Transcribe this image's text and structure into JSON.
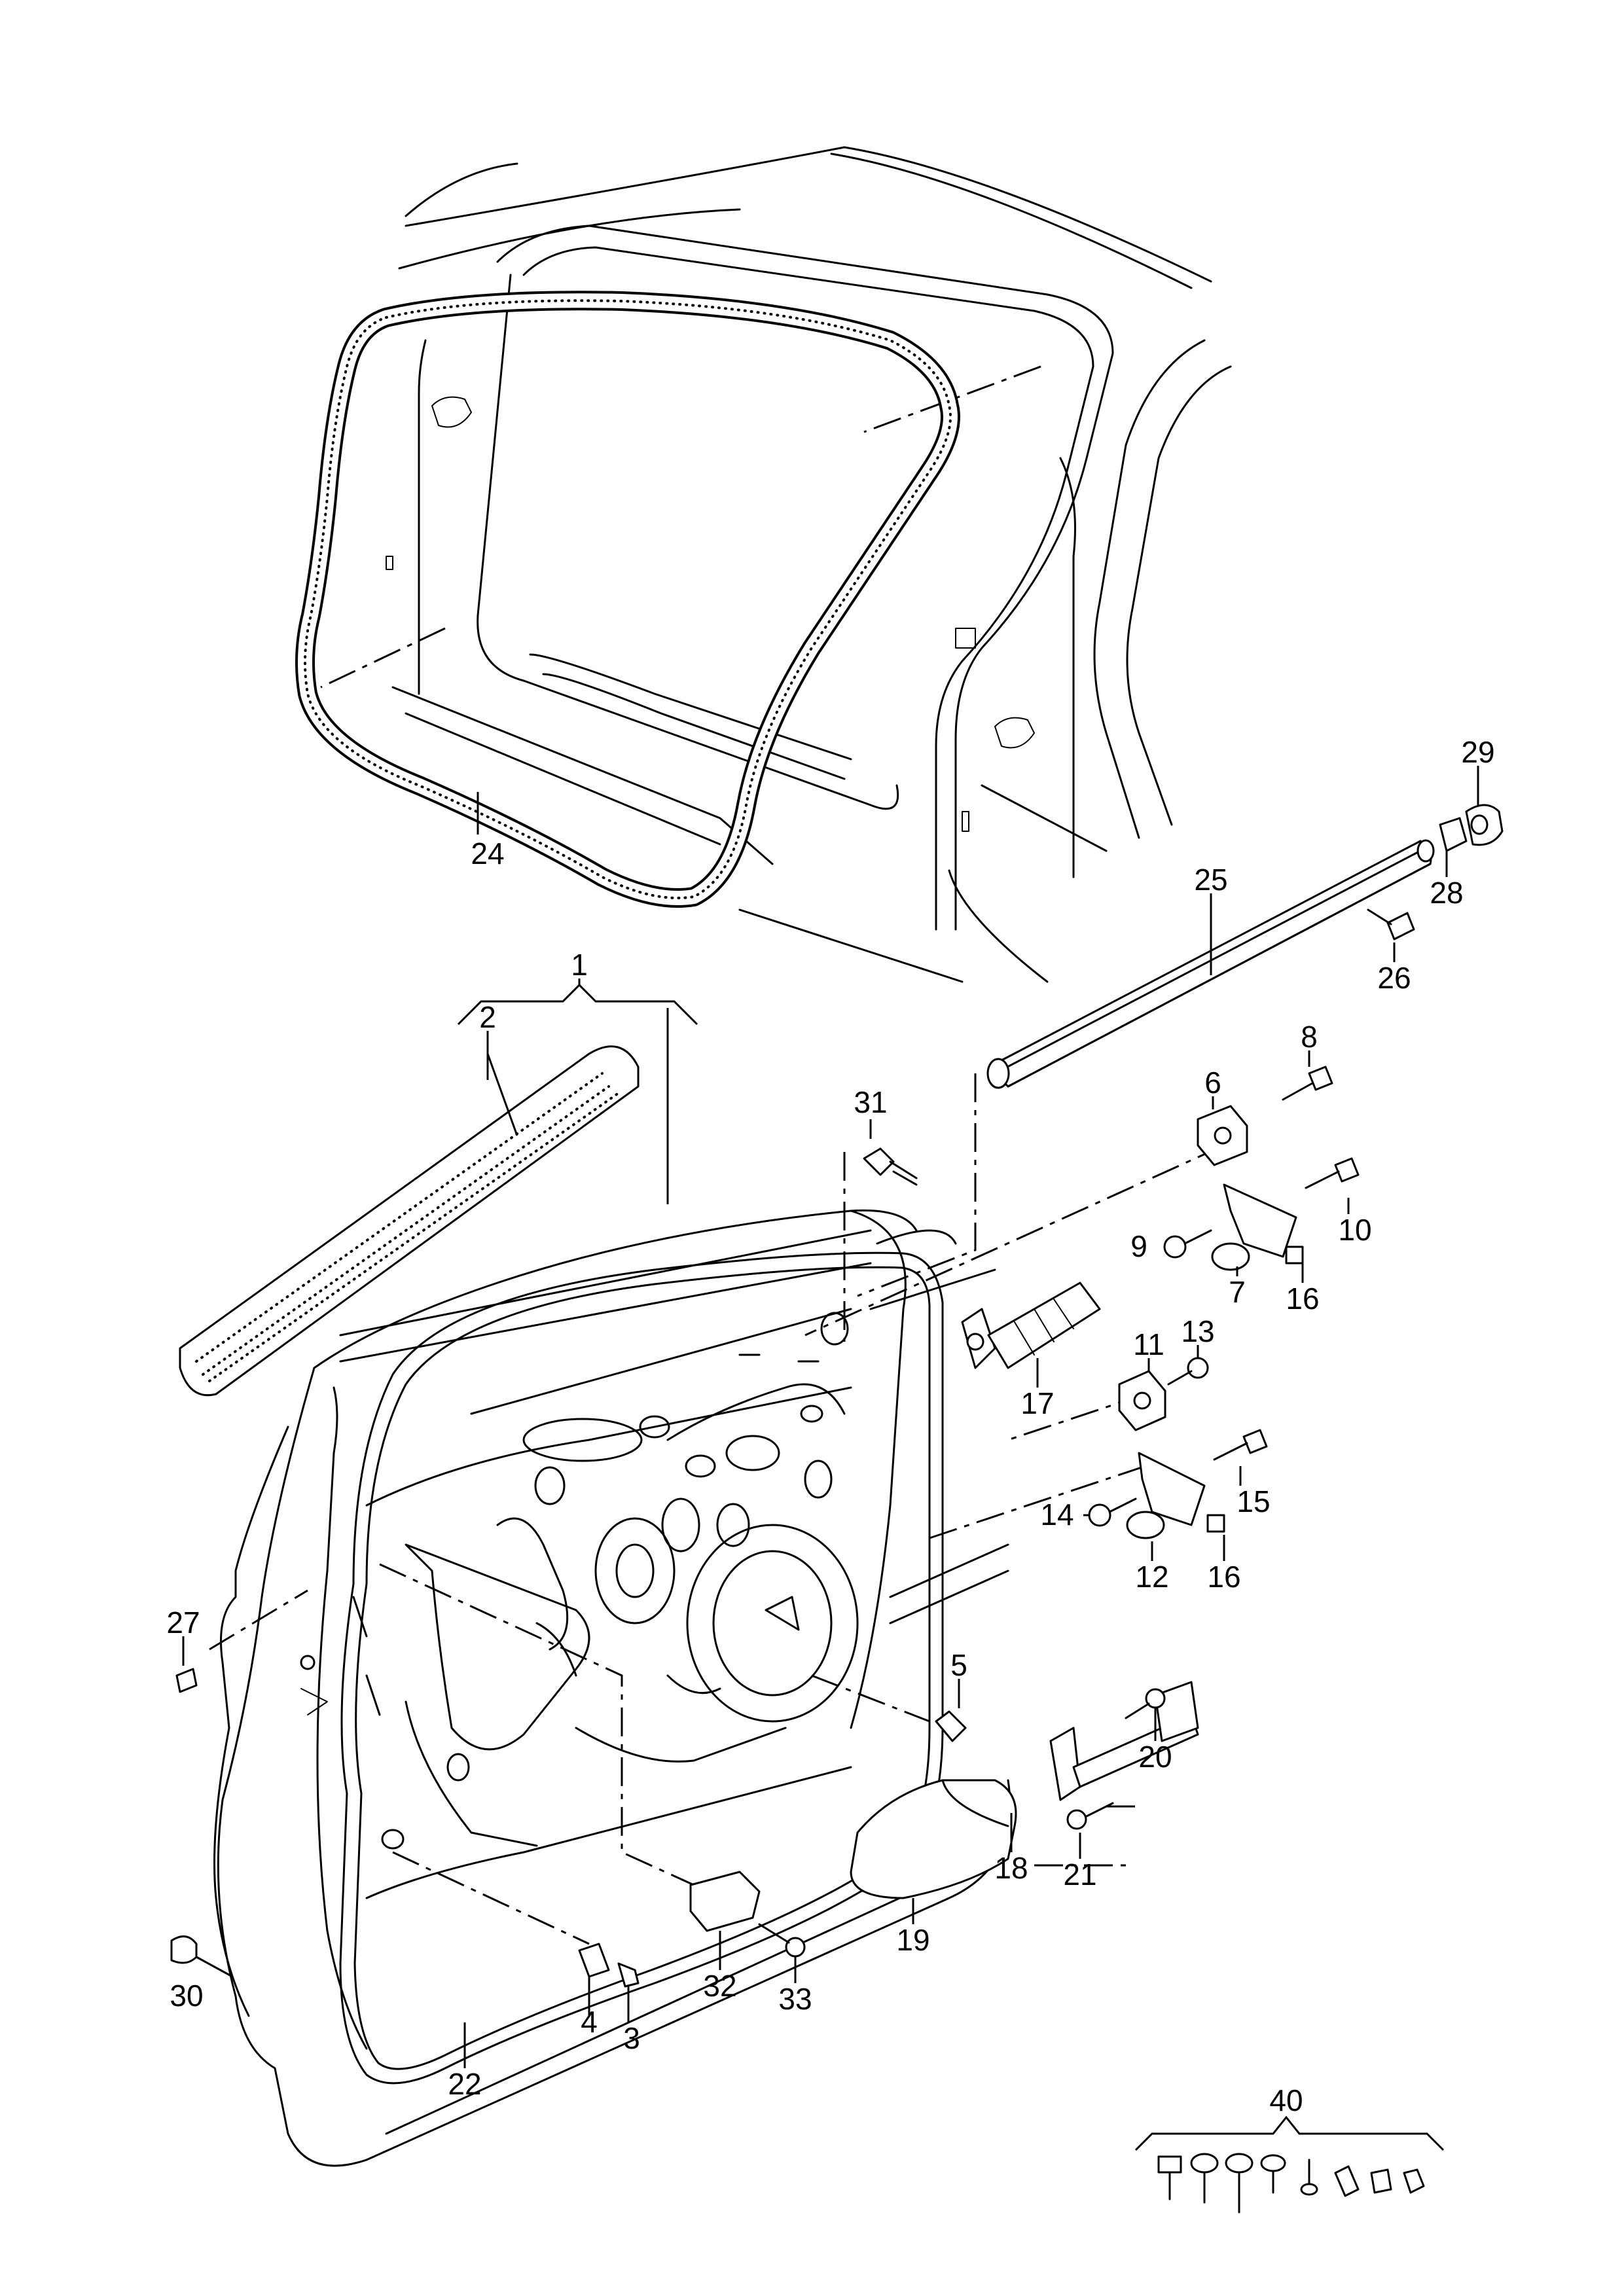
{
  "callouts": [
    "1",
    "2",
    "3",
    "4",
    "5",
    "6",
    "7",
    "8",
    "9",
    "10",
    "11",
    "12",
    "13",
    "14",
    "15",
    "16",
    "16",
    "17",
    "18",
    "19",
    "20",
    "21",
    "22",
    "24",
    "25",
    "26",
    "27",
    "28",
    "29",
    "30",
    "31",
    "32",
    "33",
    "40"
  ]
}
